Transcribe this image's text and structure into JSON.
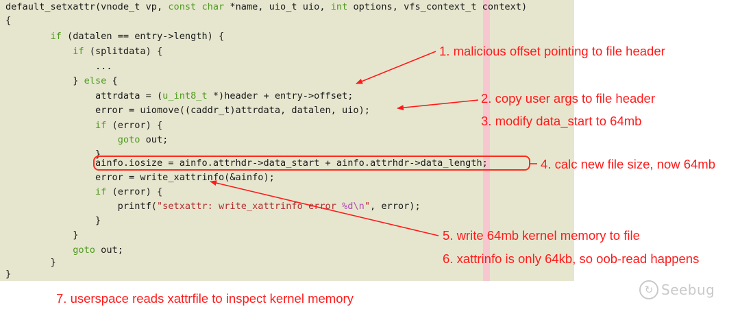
{
  "colors": {
    "code_background": "#e6e6cf",
    "keyword": "#4f9a1f",
    "string": "#b22d2d",
    "format_specifier": "#b04bb0",
    "annotation": "#ff1a1a",
    "print_margin": "#f6c7cf"
  },
  "code_lines": [
    [
      {
        "t": "default_setxattr(vnode_t vp, "
      },
      {
        "t": "const",
        "c": "kw"
      },
      {
        "t": " "
      },
      {
        "t": "char",
        "c": "kw"
      },
      {
        "t": " *name, uio_t uio, "
      },
      {
        "t": "int",
        "c": "kw"
      },
      {
        "t": " options, vfs_context_t context)"
      }
    ],
    [
      {
        "t": "{"
      }
    ],
    [
      {
        "t": "        "
      },
      {
        "t": "if",
        "c": "kw"
      },
      {
        "t": " (datalen == entry->length) {"
      }
    ],
    [
      {
        "t": "            "
      },
      {
        "t": "if",
        "c": "kw"
      },
      {
        "t": " (splitdata) {"
      }
    ],
    [
      {
        "t": "                ..."
      }
    ],
    [
      {
        "t": "            } "
      },
      {
        "t": "else",
        "c": "kw"
      },
      {
        "t": " {"
      }
    ],
    [
      {
        "t": "                attrdata = ("
      },
      {
        "t": "u_int8_t",
        "c": "kw"
      },
      {
        "t": " *)header + entry->offset;"
      }
    ],
    [
      {
        "t": "                error = uiomove((caddr_t)attrdata, datalen, uio);"
      }
    ],
    [
      {
        "t": "                "
      },
      {
        "t": "if",
        "c": "kw"
      },
      {
        "t": " (error) {"
      }
    ],
    [
      {
        "t": "                    "
      },
      {
        "t": "goto",
        "c": "kw"
      },
      {
        "t": " out;"
      }
    ],
    [
      {
        "t": "                }"
      }
    ],
    [
      {
        "t": "                ainfo.iosize = ainfo.attrhdr->data_start + ainfo.attrhdr->data_length;"
      }
    ],
    [
      {
        "t": "                error = write_xattrinfo(&ainfo);"
      }
    ],
    [
      {
        "t": "                "
      },
      {
        "t": "if",
        "c": "kw"
      },
      {
        "t": " (error) {"
      }
    ],
    [
      {
        "t": "                    printf("
      },
      {
        "t": "\"setxattr: write_xattrinfo error ",
        "c": "str"
      },
      {
        "t": "%d\\n",
        "c": "fmt"
      },
      {
        "t": "\"",
        "c": "str"
      },
      {
        "t": ", error);"
      }
    ],
    [
      {
        "t": "                }"
      }
    ],
    [
      {
        "t": "            }"
      }
    ],
    [
      {
        "t": "            "
      },
      {
        "t": "goto",
        "c": "kw"
      },
      {
        "t": " out;"
      }
    ],
    [
      {
        "t": "        }"
      }
    ],
    [
      {
        "t": "}"
      }
    ]
  ],
  "annotations": {
    "note1": "1. malicious offset pointing to file header",
    "note2": "2. copy user args to file header",
    "note3": "3. modify data_start to 64mb",
    "note4": "4. calc new file size, now 64mb",
    "note5": "5. write 64mb kernel memory to file",
    "note6": "6. xattrinfo is only 64kb, so oob-read happens",
    "note7": "7. userspace reads xattrfile to inspect kernel memory"
  },
  "watermark": {
    "icon": "seebug-logo-icon",
    "text": "Seebug"
  }
}
